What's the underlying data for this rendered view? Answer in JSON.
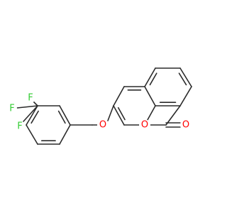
{
  "colors": {
    "bond": "#2b2b2b",
    "oxygen": "#ff0000",
    "fluorine": "#33cc33",
    "background": "#ffffff"
  },
  "molecule": {
    "atoms": {
      "ether_oxygen": "O",
      "ring_oxygen": "O",
      "carbonyl_oxygen": "O",
      "fluorine_top": "F",
      "fluorine_left": "F",
      "fluorine_bottom": "F"
    }
  }
}
